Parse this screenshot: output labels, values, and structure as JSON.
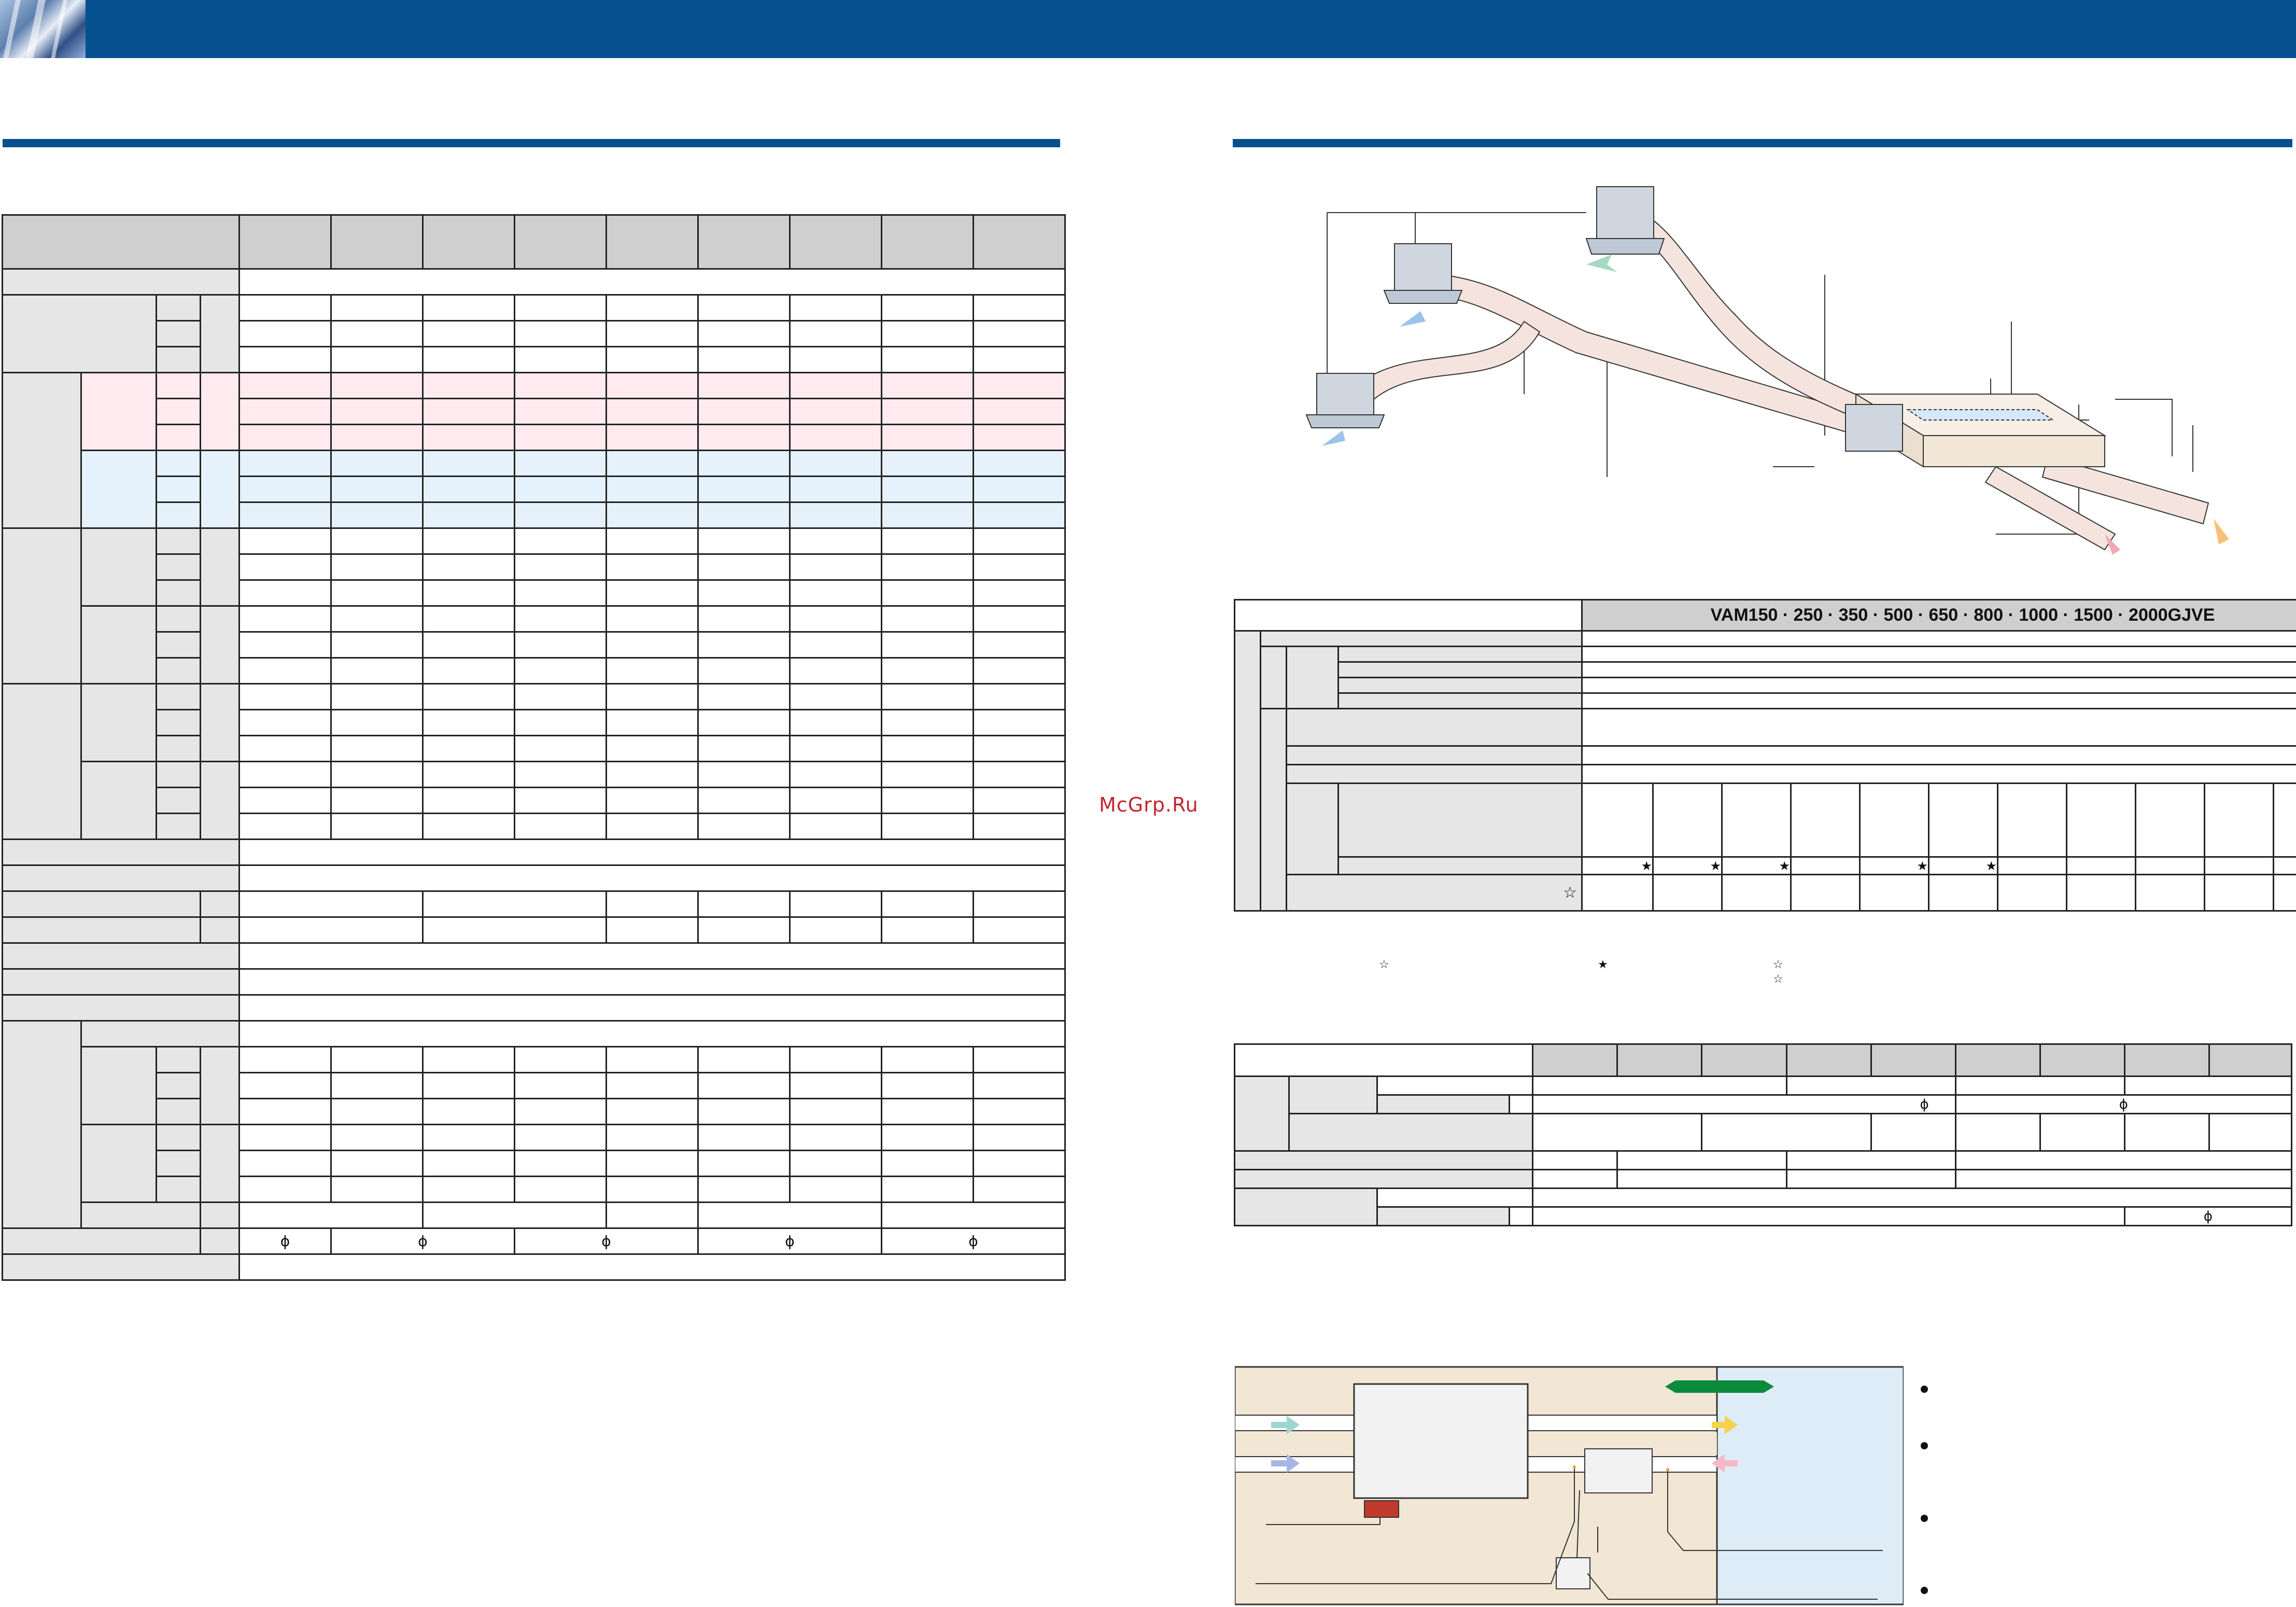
{
  "header": {
    "bar_color": "#06508f"
  },
  "watermark": {
    "text": "McGrp.Ru"
  },
  "model_table": {
    "model_header": "VAM150 · 250 · 350 · 500 · 650 · 800 · 1000 · 1500 · 2000GJVE"
  },
  "symbols": {
    "diameter": "ϕ",
    "star": "★",
    "open_star": "☆",
    "small_open_star": "☆"
  },
  "colors": {
    "accent_blue": "#06508f",
    "pink_row": "#ffeaf0",
    "blue_row": "#e6f2fb",
    "header_gray": "#cfcfcf",
    "label_gray": "#e6e6e6",
    "diagram_beige": "#f2e6d4",
    "diagram_blue": "#deecf8"
  }
}
